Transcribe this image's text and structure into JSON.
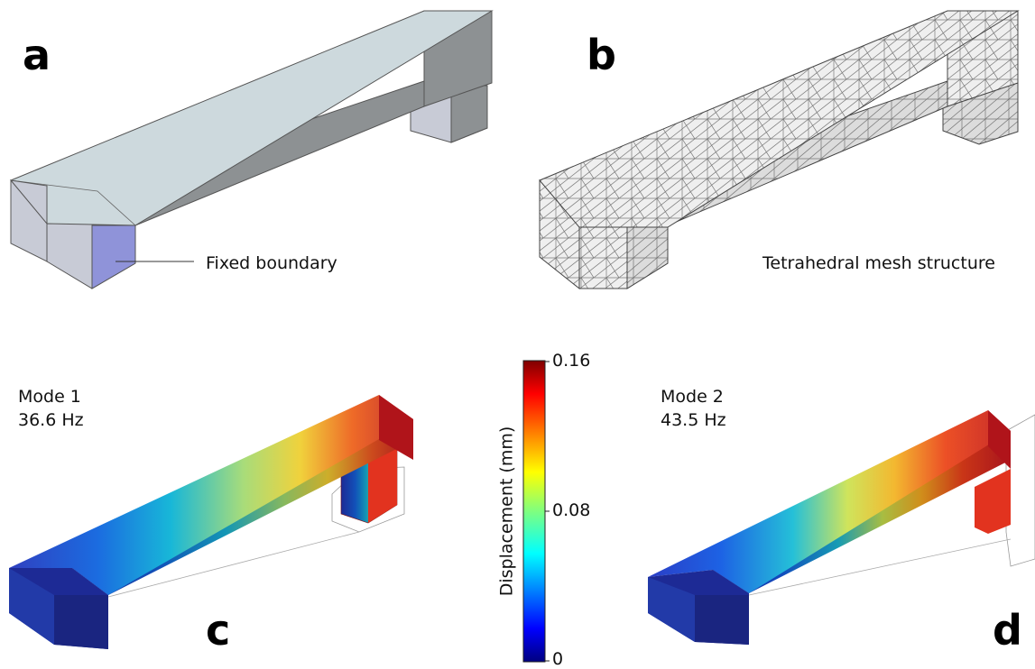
{
  "panels": {
    "a": {
      "letter": "a",
      "annotation": "Fixed boundary"
    },
    "b": {
      "letter": "b",
      "annotation": "Tetrahedral mesh structure"
    },
    "c": {
      "letter": "c",
      "mode_label": "Mode 1",
      "frequency": "36.6 Hz"
    },
    "d": {
      "letter": "d",
      "mode_label": "Mode 2",
      "frequency": "43.5 Hz"
    }
  },
  "colorbar": {
    "title": "Displacement (mm)",
    "ticks": [
      "0.16",
      "0.08",
      "0"
    ],
    "min": 0,
    "max": 0.16,
    "colormap": "jet"
  },
  "colors": {
    "beam_top": "#cdd9dd",
    "beam_side": "#8d9193",
    "beam_end": "#c8cbd6",
    "fixed_face": "#8f93d9",
    "mesh_face": "#eeeeee"
  }
}
